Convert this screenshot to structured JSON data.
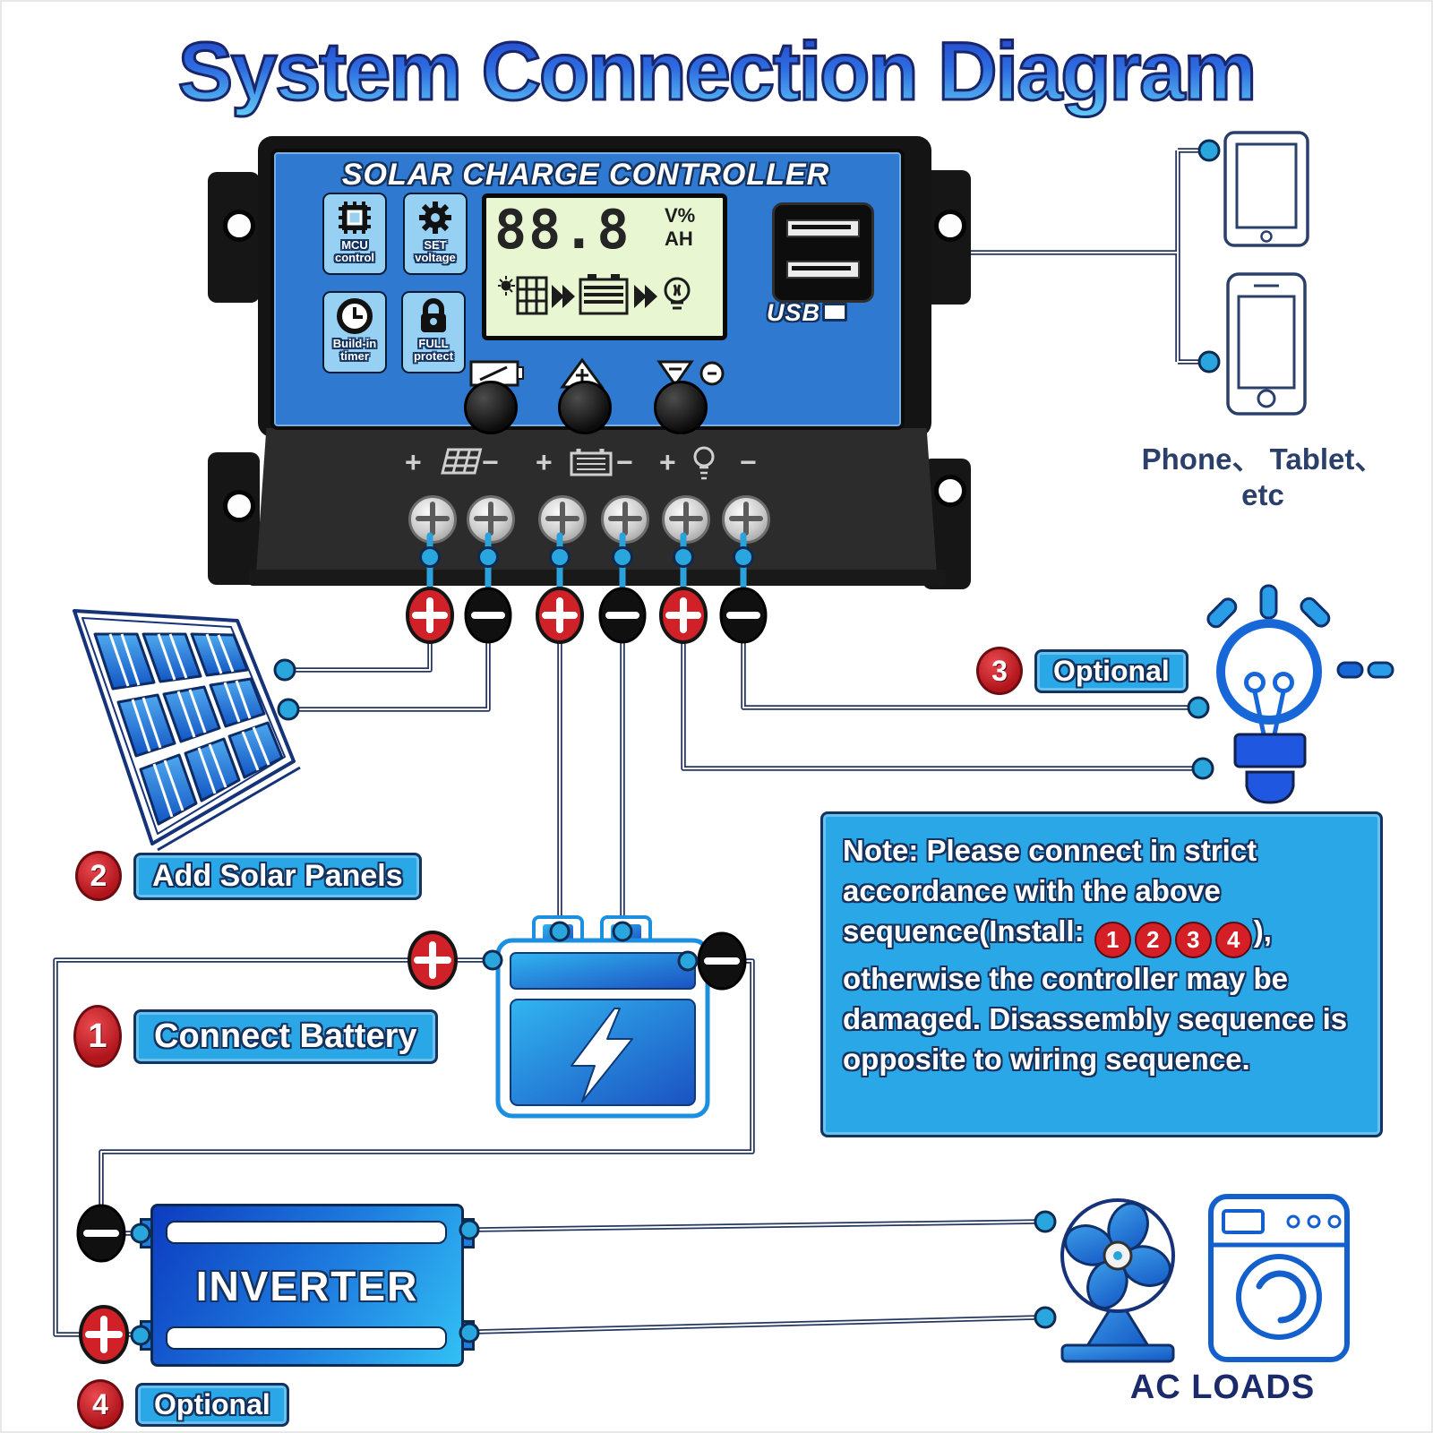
{
  "title": "System Connection Diagram",
  "controller": {
    "name": "SOLAR CHARGE CONTROLLER",
    "features": [
      {
        "icon": "chip-icon",
        "line1": "MCU",
        "line2": "control"
      },
      {
        "icon": "gear-icon",
        "line1": "SET",
        "line2": "voltage"
      },
      {
        "icon": "clock-icon",
        "line1": "Build-in",
        "line2": "timer"
      },
      {
        "icon": "lock-icon",
        "line1": "FULL",
        "line2": "protect"
      }
    ],
    "lcd": {
      "value": "88.8",
      "unit_top": "V%",
      "unit_bottom": "AH"
    },
    "usb_label": "USB",
    "terminal_groups": [
      {
        "icon": "solar-panel-icon",
        "plus": "+",
        "minus": "−"
      },
      {
        "icon": "battery-icon",
        "plus": "+",
        "minus": "−"
      },
      {
        "icon": "lamp-icon",
        "plus": "+",
        "minus": "−"
      }
    ]
  },
  "steps": [
    {
      "number": "1",
      "label": "Connect Battery"
    },
    {
      "number": "2",
      "label": "Add Solar Panels"
    },
    {
      "number": "3",
      "label": "Optional"
    },
    {
      "number": "4",
      "label": "Optional"
    }
  ],
  "devices": {
    "phone_tablet_label": "Phone、 Tablet、 etc",
    "inverter_label": "INVERTER",
    "ac_loads_label": "AC LOADS"
  },
  "note": {
    "prefix": "Note: Please connect in strict accordance with the above sequence(Install: ",
    "sequence": [
      "1",
      "2",
      "3",
      "4"
    ],
    "suffix": "), otherwise the controller may be damaged. Disassembly sequence is opposite to wiring sequence."
  },
  "colors": {
    "title_gradient_top": "#2240c6",
    "title_gradient_bottom": "#63d2f8",
    "outline_navy": "#15325e",
    "accent_blue": "#29a7e6",
    "red": "#d41f27",
    "wire": "#25375f",
    "controller_face": "#2f7ad0",
    "feature_badge_bg": "#96d0f2",
    "lcd_bg": "#e9f6d2",
    "device_blue_dark": "#0d3cc0",
    "device_blue_light": "#32c0f4"
  }
}
